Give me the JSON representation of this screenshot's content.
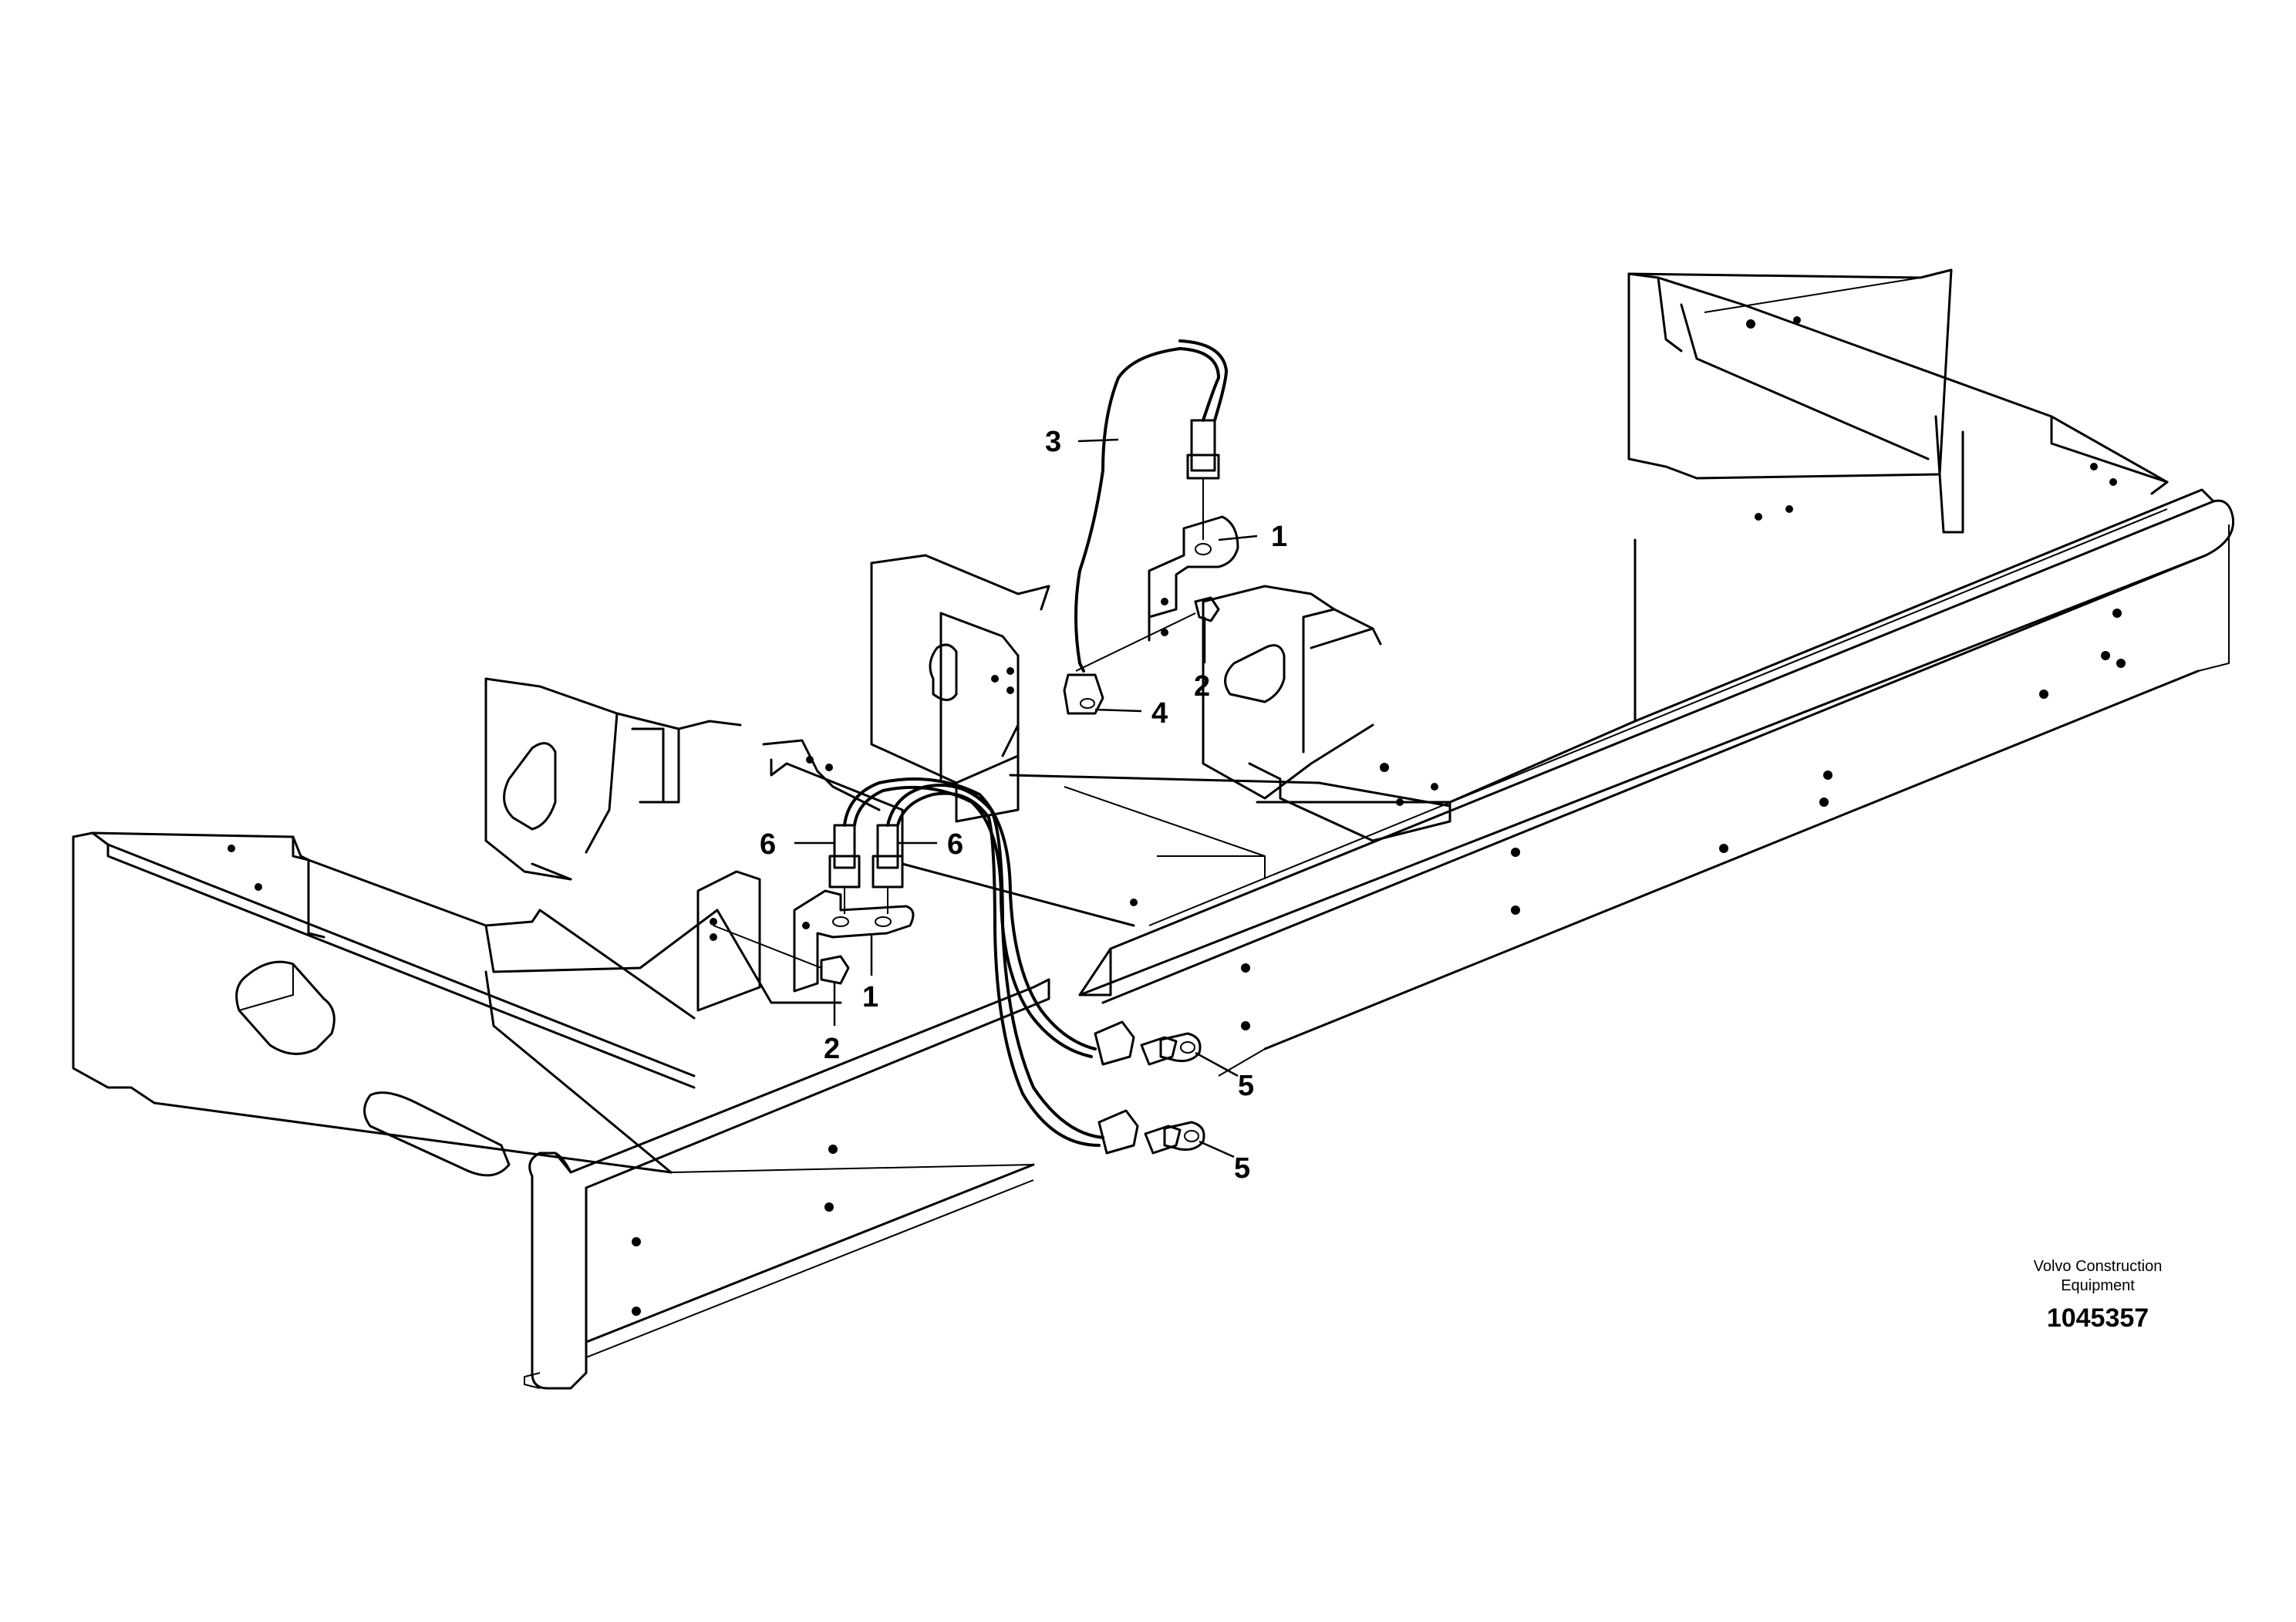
{
  "drawing": {
    "callouts": [
      {
        "id": "c1",
        "label": "3"
      },
      {
        "id": "c2",
        "label": "1"
      },
      {
        "id": "c3",
        "label": "2"
      },
      {
        "id": "c4",
        "label": "4"
      },
      {
        "id": "c5",
        "label": "6"
      },
      {
        "id": "c6",
        "label": "6"
      },
      {
        "id": "c7",
        "label": "1"
      },
      {
        "id": "c8",
        "label": "2"
      },
      {
        "id": "c9",
        "label": "5"
      },
      {
        "id": "c10",
        "label": "5"
      }
    ]
  },
  "brand": {
    "line1": "Volvo Construction",
    "line2": "Equipment",
    "number": "1045357"
  }
}
